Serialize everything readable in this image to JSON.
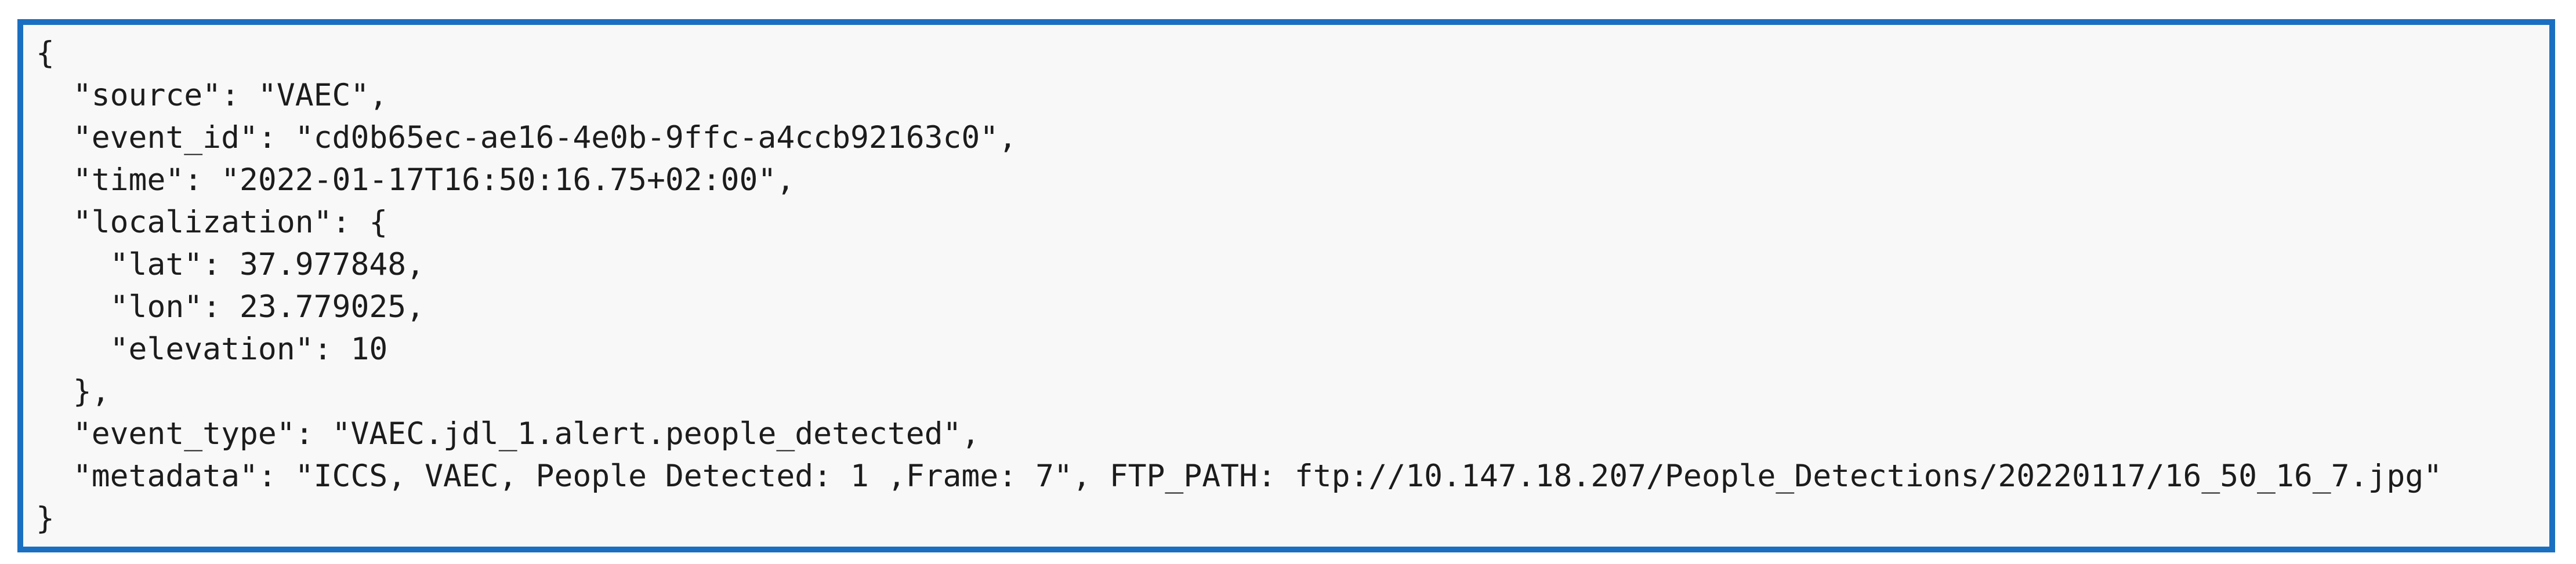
{
  "panel": {
    "border_color": "#1b6fc0",
    "background_color": "#f8f8f8",
    "text_color": "#1c1c1c"
  },
  "code": {
    "language": "json",
    "lines": [
      "{",
      "  \"source\": \"VAEC\",",
      "  \"event_id\": \"cd0b65ec-ae16-4e0b-9ffc-a4ccb92163c0\",",
      "  \"time\": \"2022-01-17T16:50:16.75+02:00\",",
      "  \"localization\": {",
      "    \"lat\": 37.977848,",
      "    \"lon\": 23.779025,",
      "    \"elevation\": 10",
      "  },",
      "  \"event_type\": \"VAEC.jdl_1.alert.people_detected\",",
      "  \"metadata\": \"ICCS, VAEC, People Detected: 1 ,Frame: 7\", FTP_PATH: ftp://10.147.18.207/People_Detections/20220117/16_50_16_7.jpg\"",
      "}"
    ],
    "event": {
      "source": "VAEC",
      "event_id": "cd0b65ec-ae16-4e0b-9ffc-a4ccb92163c0",
      "time": "2022-01-17T16:50:16.75+02:00",
      "localization_lat": "37.977848",
      "localization_lon": "23.779025",
      "localization_elevation": "10",
      "event_type": "VAEC.jdl_1.alert.people_detected",
      "metadata": "ICCS, VAEC, People Detected: 1 ,Frame: 7",
      "ftp_path": "ftp://10.147.18.207/People_Detections/20220117/16_50_16_7.jpg"
    }
  }
}
